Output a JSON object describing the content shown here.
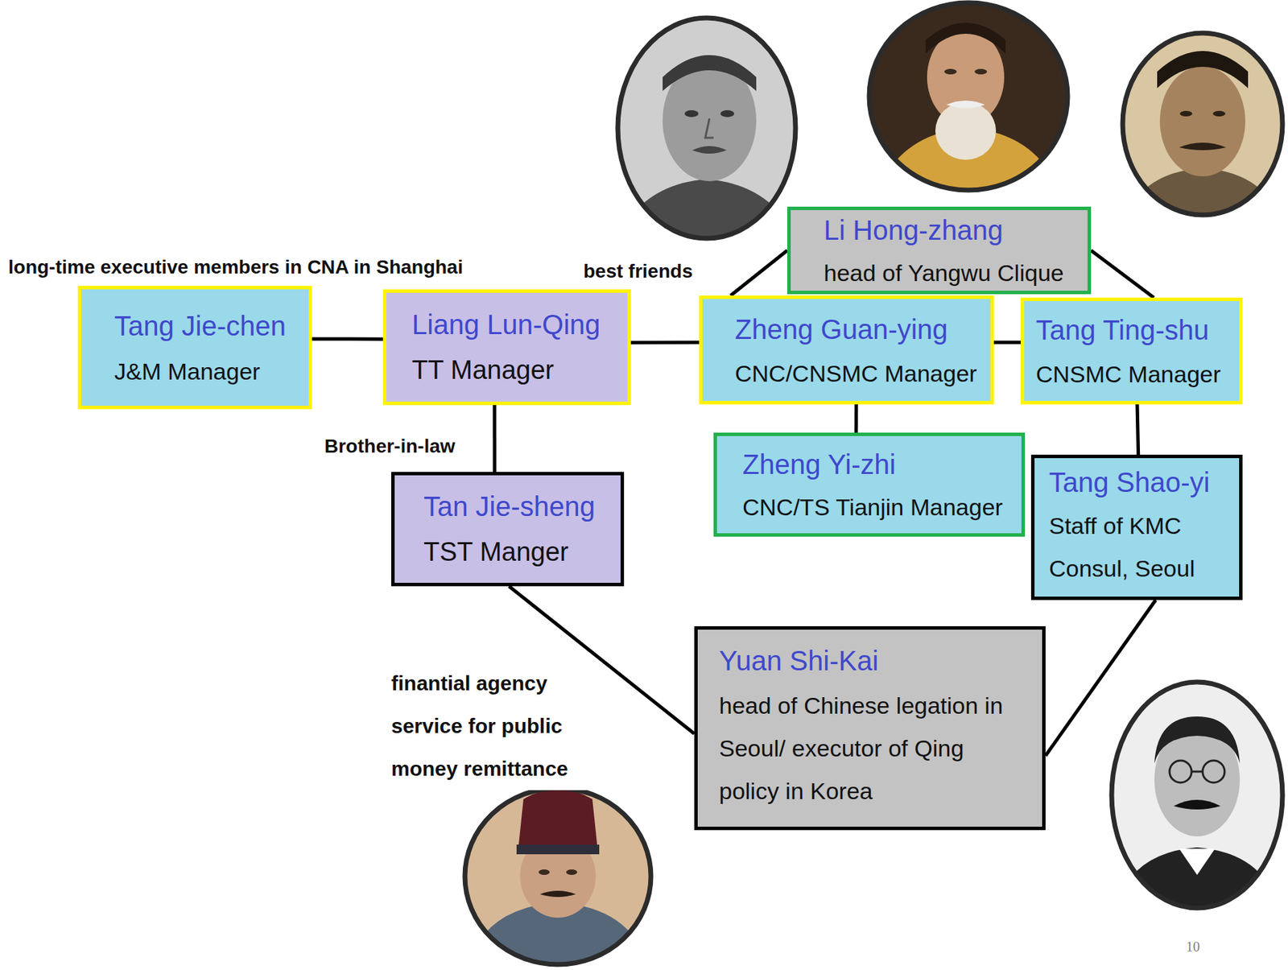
{
  "diagram": {
    "nodes": [
      {
        "text": [
          "Li Hong-zhang",
          "head of Yangwu Clique"
        ]
      },
      {
        "text": [
          "Tang Jie-chen",
          "J&M Manager"
        ]
      },
      {
        "text": [
          "Liang Lun-Qing",
          "TT Manager"
        ]
      },
      {
        "text": [
          "Zheng Guan-ying",
          "CNC/CNSMC Manager"
        ]
      },
      {
        "text": [
          "Tang Ting-shu",
          "CNSMC Manager"
        ]
      },
      {
        "text": [
          "Tan Jie-sheng",
          "TST Manger"
        ]
      },
      {
        "text": [
          "Zheng Yi-zhi",
          "CNC/TS Tianjin Manager"
        ]
      },
      {
        "text": [
          "Tang Shao-yi",
          "Staff of KMC Consul, Seoul"
        ]
      },
      {
        "text": [
          "Yuan Shi-Kai",
          "head of Chinese legation in Seoul/ executor of Qing policy in Korea"
        ]
      }
    ],
    "edges": [
      {
        "from": 0,
        "to": 3,
        "arrow": "none"
      },
      {
        "from": 0,
        "to": 4,
        "arrow": "none"
      },
      {
        "from": 1,
        "to": 2,
        "arrow": "none",
        "label": "long-time executive members in CNA in Shanghai"
      },
      {
        "from": 2,
        "to": 3,
        "arrow": "none",
        "label": "best friends"
      },
      {
        "from": 3,
        "to": 4,
        "arrow": "none"
      },
      {
        "from": 2,
        "to": 5,
        "arrow": "none",
        "label": "Brother-in-law"
      },
      {
        "from": 3,
        "to": 6,
        "arrow": "none"
      },
      {
        "from": 4,
        "to": 7,
        "arrow": "none"
      },
      {
        "from": 5,
        "to": 8,
        "arrow": "none",
        "label": "finantial agency service for public money remittance"
      },
      {
        "from": 7,
        "to": 8,
        "arrow": "none"
      }
    ],
    "labels": [
      "10"
    ]
  }
}
